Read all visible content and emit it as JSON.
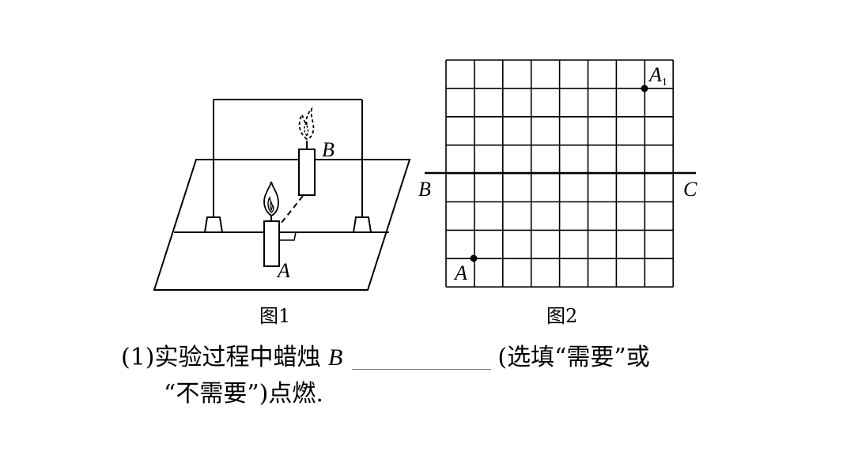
{
  "figure1": {
    "caption": "图1",
    "label_a": "A",
    "label_b": "B"
  },
  "figure2": {
    "caption": "图2",
    "grid_cols": 8,
    "grid_rows": 8,
    "label_a": "A",
    "label_a1_main": "A",
    "label_a1_sub": "1",
    "label_b": "B",
    "label_c": "C"
  },
  "question": {
    "prefix": "(1)实验过程中蜡烛 ",
    "candle_b": "B",
    "after_blank": "(选填“需要”或",
    "line2": "“不需要”)点燃."
  }
}
